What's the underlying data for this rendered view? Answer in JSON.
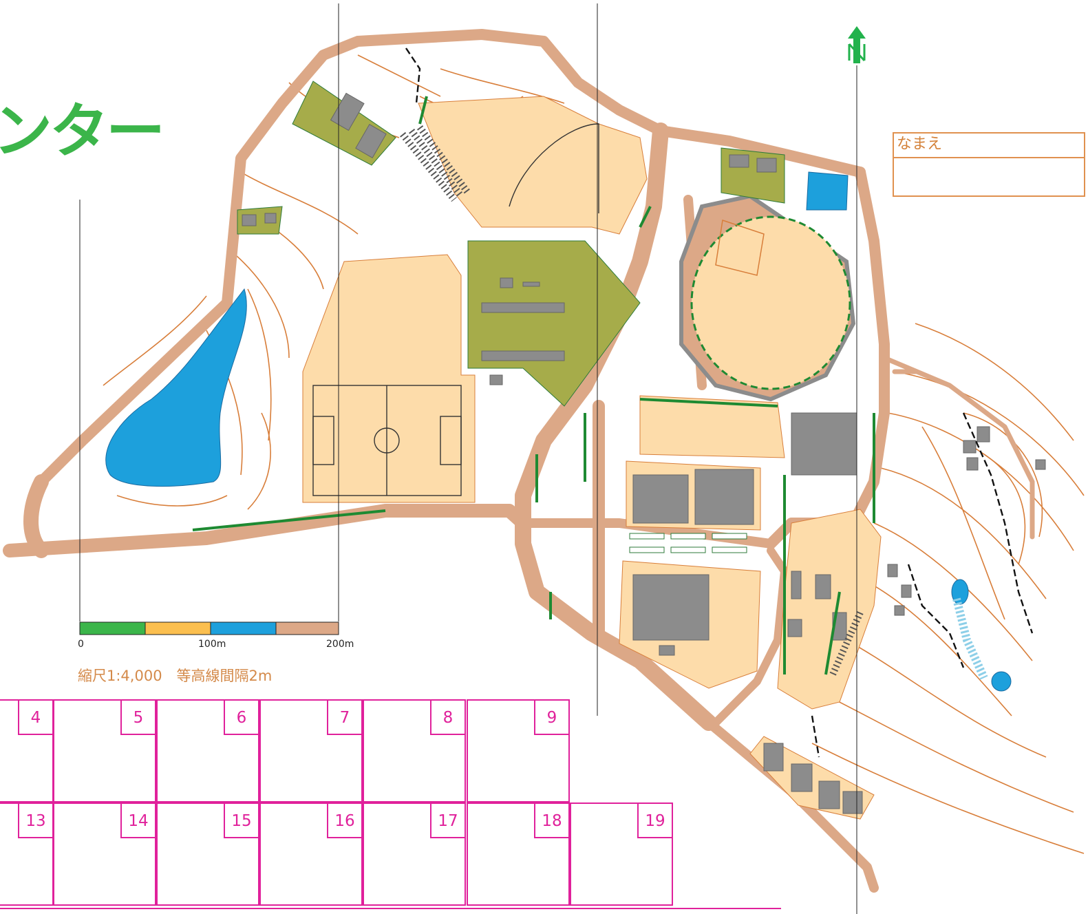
{
  "map": {
    "title_fragment": "ンター",
    "name_label": "なまえ",
    "scale_text": "縮尺1:4,000　等高線間隔2m",
    "scale_ticks": [
      "0",
      "100m",
      "200m"
    ],
    "north_symbol": "N",
    "colors": {
      "road": "#dca887",
      "open_land": "#fddcaa",
      "building": "#8c8c8c",
      "water": "#1da0dc",
      "vegetation": "#a6ac4a",
      "contour": "#d87e3a",
      "green_line": "#1e8a32",
      "control_box": "#e0219b",
      "north_arrow": "#22b24c"
    },
    "scale_bar_colors": [
      "#3bb54a",
      "#fbbf4f",
      "#1da0dc",
      "#dca887"
    ]
  },
  "controls": {
    "row1": [
      "4",
      "5",
      "6",
      "7",
      "8",
      "9"
    ],
    "row2": [
      "13",
      "14",
      "15",
      "16",
      "17",
      "18",
      "19"
    ]
  }
}
